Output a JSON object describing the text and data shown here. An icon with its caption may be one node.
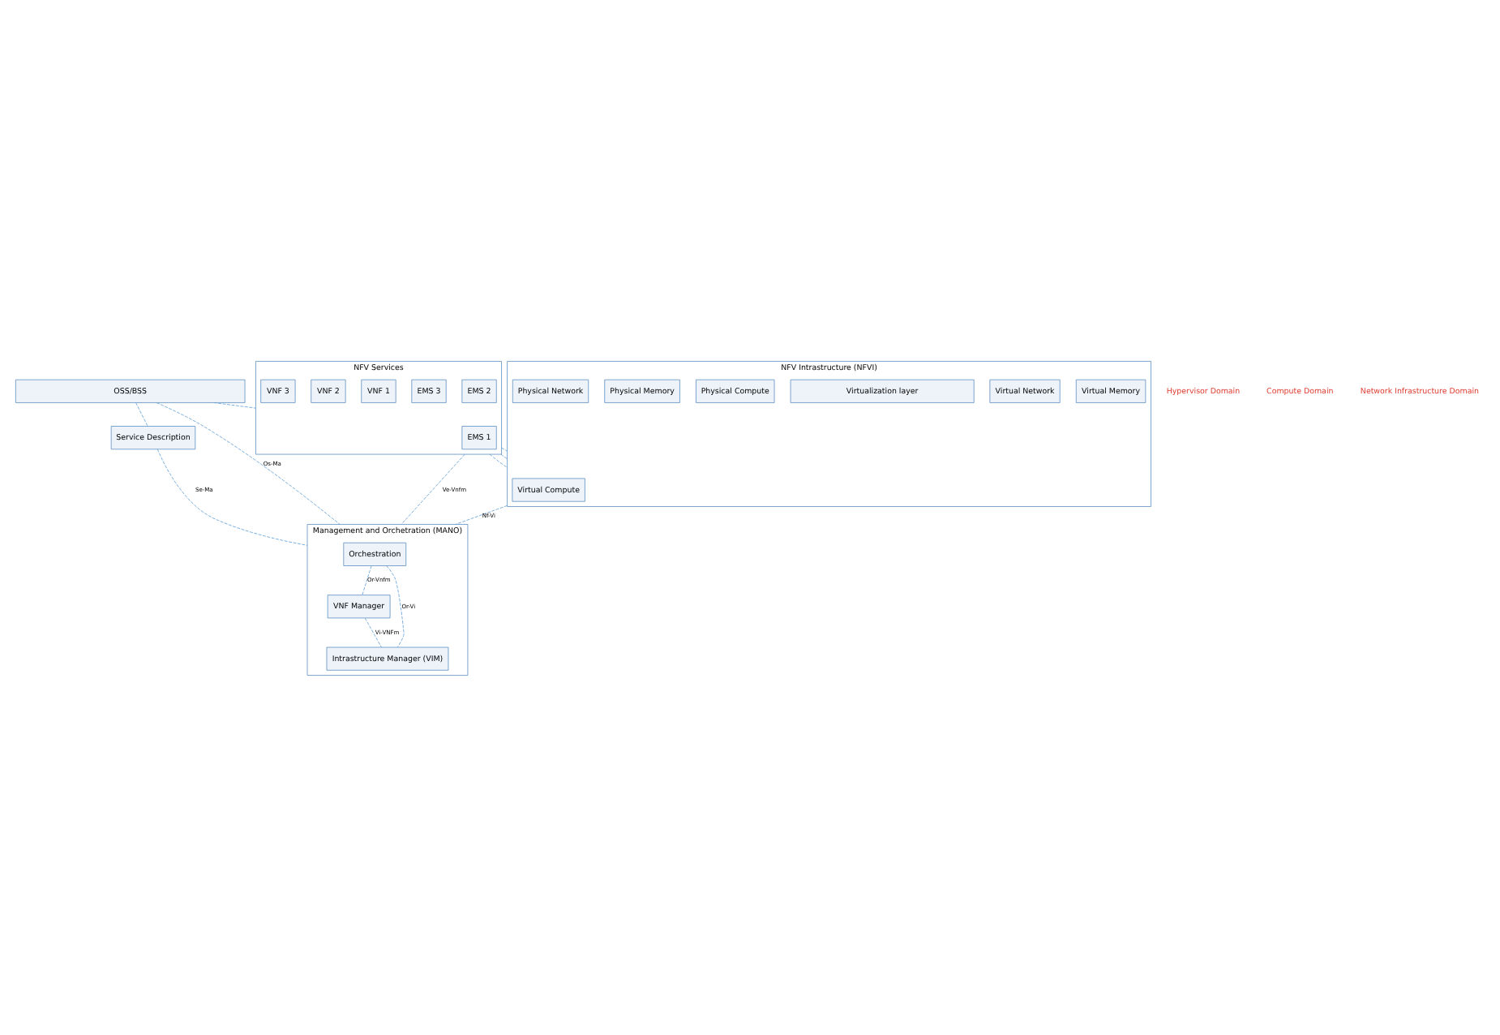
{
  "diagram": {
    "nodes": [
      {
        "text": [
          "OSS/BSS"
        ]
      },
      {
        "text": [
          "Service Description"
        ]
      },
      {
        "text": [
          "NFV Services"
        ]
      },
      {
        "text": [
          "EMS 1"
        ],
        "in": 2
      },
      {
        "text": [
          "EMS 2"
        ],
        "in": 2
      },
      {
        "text": [
          "EMS 3"
        ],
        "in": 2
      },
      {
        "text": [
          "VNF 1"
        ],
        "in": 2
      },
      {
        "text": [
          "VNF 2"
        ],
        "in": 2
      },
      {
        "text": [
          "VNF 3"
        ],
        "in": 2
      },
      {
        "text": [
          "NFV Intrastructure (NFVI)"
        ]
      },
      {
        "text": [
          "Virtual Compute"
        ],
        "in": 9
      },
      {
        "text": [
          "Virtual Memory"
        ],
        "in": 9
      },
      {
        "text": [
          "Virtual Network"
        ],
        "in": 9
      },
      {
        "text": [
          "Virtualization layer"
        ],
        "in": 9
      },
      {
        "text": [
          "Physical Compute"
        ],
        "in": 9
      },
      {
        "text": [
          "Physical Memory"
        ],
        "in": 9
      },
      {
        "text": [
          "Physical Network"
        ],
        "in": 9
      },
      {
        "text": [
          "Management and Orchetration (MANO)"
        ]
      },
      {
        "text": [
          "Orchestration"
        ],
        "in": 17
      },
      {
        "text": [
          "VNF Manager"
        ],
        "in": 17
      },
      {
        "text": [
          "Intrastructure Manager (VIM)"
        ],
        "in": 17
      }
    ],
    "edges": [
      {
        "from": 0,
        "to": 1,
        "arrow": "none",
        "style": "dashed"
      },
      {
        "from": 0,
        "to": 2,
        "arrow": "none",
        "style": "dashed"
      },
      {
        "from": 0,
        "to": 17,
        "label": "Os-Ma",
        "arrow": "none",
        "style": "dashed"
      },
      {
        "from": 1,
        "to": 17,
        "label": "Se-Ma",
        "arrow": "none",
        "style": "dashed"
      },
      {
        "from": 2,
        "to": 17,
        "label": "Ve-Vnfm",
        "arrow": "none",
        "style": "dashed"
      },
      {
        "from": 2,
        "to": 9,
        "arrow": "none",
        "style": "dashed"
      },
      {
        "from": 2,
        "to": 9,
        "arrow": "none",
        "style": "dashed"
      },
      {
        "from": 2,
        "to": 9,
        "arrow": "none",
        "style": "dashed"
      },
      {
        "from": 18,
        "to": 19,
        "label": "Or-Vnfm",
        "arrow": "none",
        "style": "dashed"
      },
      {
        "from": 19,
        "to": 20,
        "label": "Vi-VNFm",
        "arrow": "none",
        "style": "dashed"
      },
      {
        "from": 18,
        "to": 20,
        "label": "Or-Vi",
        "arrow": "none",
        "style": "dashed"
      },
      {
        "from": 9,
        "to": 17,
        "label": "Nf-Vi",
        "arrow": "none",
        "style": "dashed"
      }
    ],
    "labels": [
      "Hypervisor Domain",
      "Compute Domain",
      "Network Infrastructure Domain"
    ]
  }
}
